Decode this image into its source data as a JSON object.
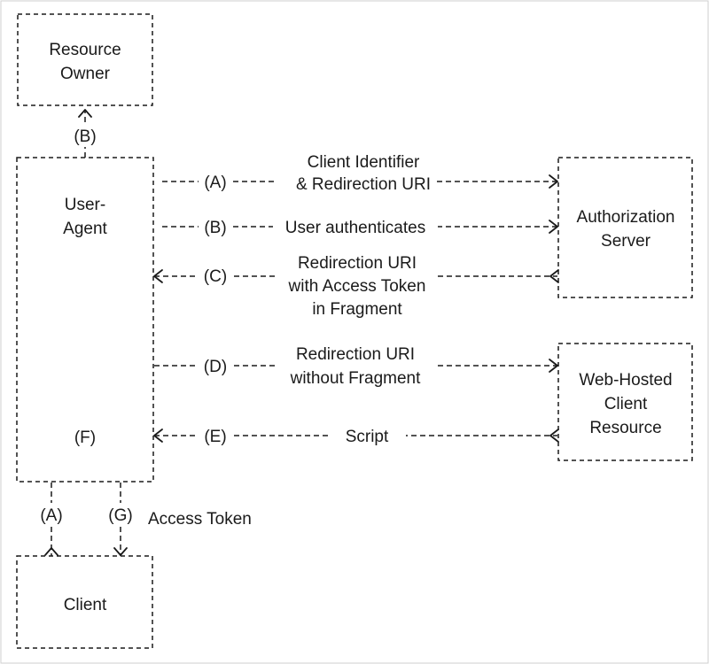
{
  "nodes": {
    "resource_owner": [
      "Resource",
      "Owner"
    ],
    "user_agent": [
      "User-",
      "Agent"
    ],
    "authorization_server": [
      "Authorization",
      "Server"
    ],
    "web_hosted_client_resource": [
      "Web-Hosted",
      "Client",
      "Resource"
    ],
    "client": [
      "Client"
    ],
    "user_agent_step": "(F)"
  },
  "edges": {
    "b_owner": {
      "step": "(B)"
    },
    "a_request": {
      "step": "(A)",
      "label": [
        "Client Identifier",
        "& Redirection URI"
      ]
    },
    "b_auth": {
      "step": "(B)",
      "label": [
        "User authenticates"
      ]
    },
    "c_redirect": {
      "step": "(C)",
      "label": [
        "Redirection URI",
        "with Access Token",
        "in Fragment"
      ]
    },
    "d_redirect": {
      "step": "(D)",
      "label": [
        "Redirection URI",
        "without Fragment"
      ]
    },
    "e_script": {
      "step": "(E)",
      "label": [
        "Script"
      ]
    },
    "a_client": {
      "step": "(A)"
    },
    "g_client": {
      "step": "(G)",
      "label": [
        "Access Token"
      ]
    }
  }
}
